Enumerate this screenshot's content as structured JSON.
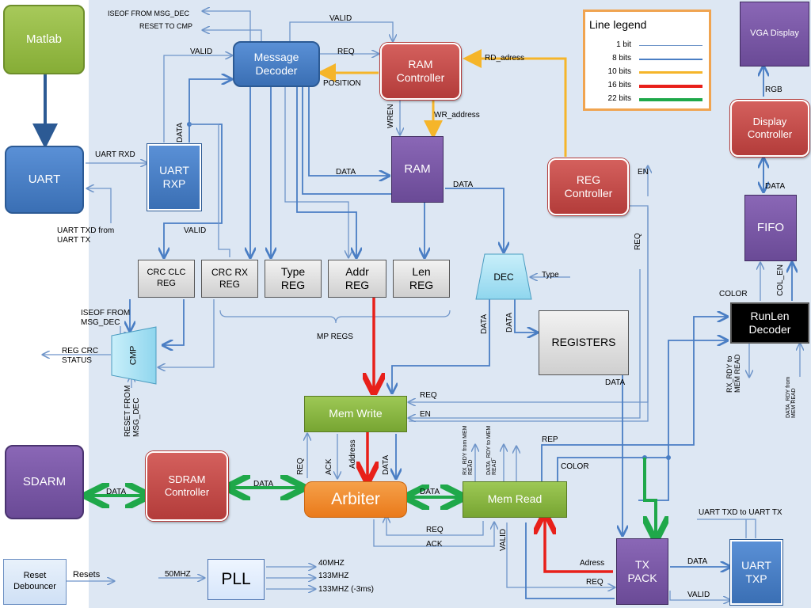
{
  "legend": {
    "title": "Line legend",
    "rows": [
      {
        "label": "1 bit",
        "color": "#6f95c9"
      },
      {
        "label": "8 bits",
        "color": "#4a7ec4"
      },
      {
        "label": "10 bits",
        "color": "#f5b52a"
      },
      {
        "label": "16 bits",
        "color": "#e8201a"
      },
      {
        "label": "22 bits",
        "color": "#1fa84a"
      }
    ]
  },
  "blocks": {
    "matlab": "Matlab",
    "uart": "UART",
    "uart_rxp": "UART\nRXP",
    "msg_decoder": "Message\nDecoder",
    "ram_controller": "RAM\nController",
    "ram": "RAM",
    "reg_controller": "REG\nController",
    "vga_display": "VGA Display",
    "display_controller": "Display\nController",
    "fifo": "FIFO",
    "runlen_decoder": "RunLen\nDecoder",
    "crc_clc_reg": "CRC CLC\nREG",
    "crc_rx_reg": "CRC RX\nREG",
    "type_reg": "Type\nREG",
    "addr_reg": "Addr\nREG",
    "len_reg": "Len\nREG",
    "dec": "DEC",
    "registers": "REGISTERS",
    "cmp": "CMP",
    "mem_write": "Mem Write",
    "sdarm": "SDARM",
    "sdram_controller": "SDRAM\nController",
    "arbiter": "Arbiter",
    "mem_read": "Mem Read",
    "tx_pack": "TX\nPACK",
    "uart_txp": "UART\nTXP",
    "reset_debouncer": "Reset\nDebouncer",
    "pll": "PLL"
  },
  "labels": {
    "isEOF_from_msg_dec_top": "ISEOF FROM MSG_DEC",
    "reset_to_cmp": "RESET TO CMP",
    "valid_top": "VALID",
    "valid_msg": "VALID",
    "req_msg": "REQ",
    "position": "POSITION",
    "rd_adress": "RD_adress",
    "wren": "WREN",
    "wr_address": "WR_address",
    "data_rxp": "DATA",
    "uart_rxd": "UART RXD",
    "uart_txd_from": "UART TXD from\nUART TX",
    "data_ram": "DATA",
    "data_ram_out": "DATA",
    "en_reg": "EN",
    "req_reg": "REQ",
    "valid_crc": "VALID",
    "type": "Type",
    "isEOF_from_msg_dec": "ISEOF FROM\nMSG_DEC",
    "reg_crc_status": "REG CRC\nSTATUS",
    "reset_from_msg_dec": "RESET FROM\nMSG_DEC",
    "mp_regs": "MP REGS",
    "data_dec1": "DATA",
    "data_dec2": "DATA",
    "req_mw": "REQ",
    "en_mw": "EN",
    "data_registers": "DATA",
    "req_arb": "REQ",
    "ack_arb": "ACK",
    "address_arb": "Address",
    "data_arb": "DATA",
    "rx_rdy_from_mem_read": "RX_RDY from MEM\nREAD",
    "data_rdy_to_mem_read": "DATA_RDY to MEM\nREAD",
    "rep": "REP",
    "color_mr": "COLOR",
    "data_sdarm": "DATA",
    "data_sdram": "DATA",
    "data_mr": "DATA",
    "req_mr": "REQ",
    "ack_mr": "ACK",
    "valid_mr": "VALID",
    "adress_tx": "Adress",
    "req_tx": "REQ",
    "data_tx": "DATA",
    "valid_tx": "VALID",
    "uart_txd_to_uart_tx": "UART TXD to UART TX",
    "rgb": "RGB",
    "data_fifo": "DATA",
    "color_rl": "COLOR",
    "col_en": "COL_EN",
    "rx_rdy_to_mem_read": "RX_RDY to\nMEM READ",
    "data_rdy_from_mem_read": "DATA_RDY from\nMEM READ",
    "resets": "Resets",
    "mhz50": "50MHZ",
    "mhz40": "40MHZ",
    "mhz133": "133MHZ",
    "mhz133_3ms": "133MHZ (-3ms)"
  }
}
